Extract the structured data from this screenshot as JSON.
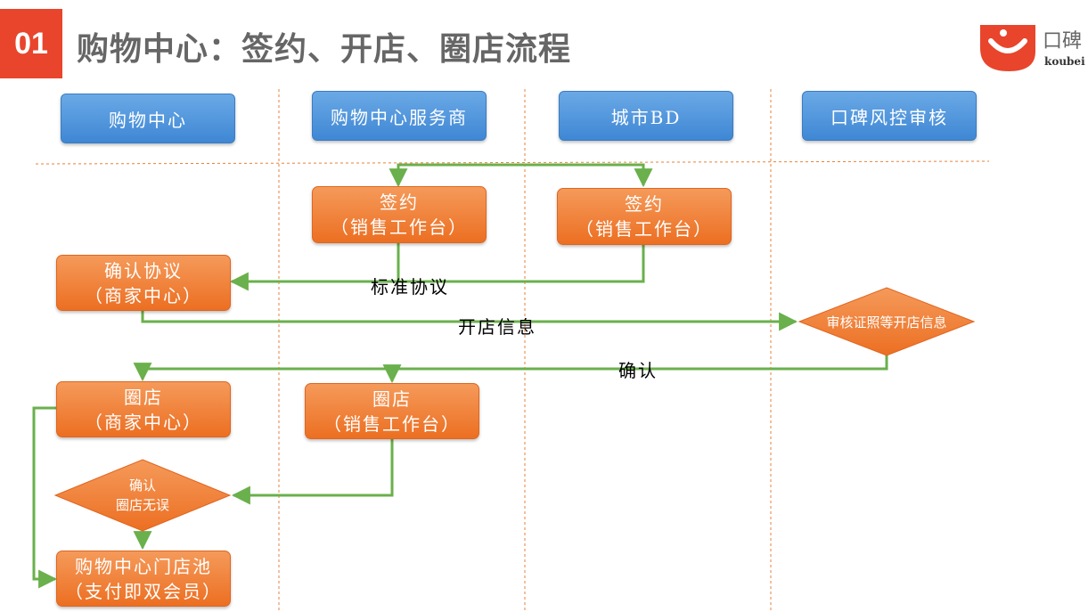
{
  "header": {
    "number": "01",
    "title": "购物中心：签约、开店、圈店流程"
  },
  "logo": {
    "cn": "口碑",
    "en": "koubei",
    "icon": "koubei-smile-icon",
    "color": "#e8452c"
  },
  "lanes": [
    {
      "label": "购物中心"
    },
    {
      "label": "购物中心服务商"
    },
    {
      "label": "城市BD"
    },
    {
      "label": "口碑风控审核"
    }
  ],
  "nodes": {
    "sign_provider": {
      "line1": "签约",
      "line2": "（销售工作台）"
    },
    "sign_bd": {
      "line1": "签约",
      "line2": "（销售工作台）"
    },
    "confirm_agreement": {
      "line1": "确认协议",
      "line2": "（商家中心）"
    },
    "review": {
      "label": "审核证照等开店信息"
    },
    "circle_merchant": {
      "line1": "圈店",
      "line2": "（商家中心）"
    },
    "circle_sales": {
      "line1": "圈店",
      "line2": "（销售工作台）"
    },
    "confirm_circle": {
      "line1": "确认",
      "line2": "圈店无误"
    },
    "store_pool": {
      "line1": "购物中心门店池",
      "line2": "（支付即双会员）"
    }
  },
  "edge_labels": {
    "standard_agreement": "标准协议",
    "store_info": "开店信息",
    "confirm": "确认"
  },
  "colors": {
    "lane_header": "#4a90d9",
    "process_box": "#ee7a30",
    "arrow": "#6ab04c",
    "divider": "#e8823a",
    "badge": "#e8452c"
  }
}
